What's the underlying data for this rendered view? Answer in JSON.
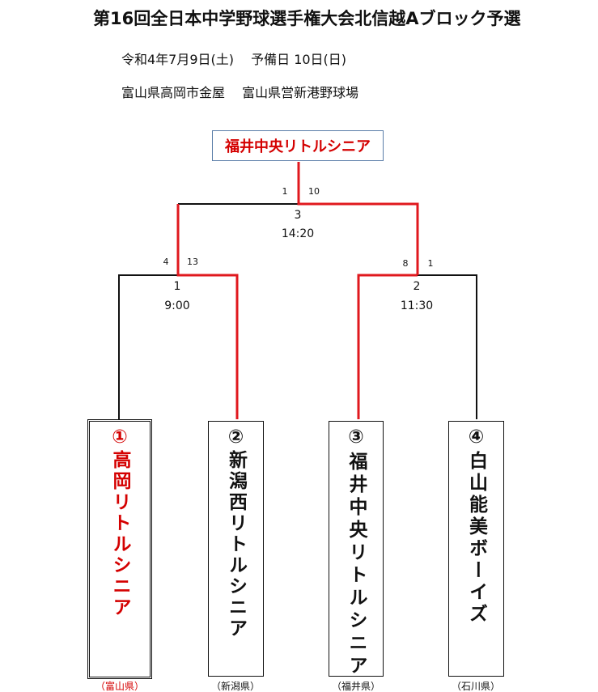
{
  "title": "第16回全日本中学野球選手権大会北信越Aブロック予選",
  "date": "令和4年7月9日(土)　 予備日  10日(日)",
  "venue": "富山県高岡市金屋　 富山県営新港野球場",
  "champion": "福井中央リトルシニア",
  "games": [
    {
      "no": "1",
      "time": "9:00",
      "score_left": "4",
      "score_right": "13"
    },
    {
      "no": "2",
      "time": "11:30",
      "score_left": "8",
      "score_right": "1"
    },
    {
      "no": "3",
      "time": "14:20",
      "score_left": "1",
      "score_right": "10"
    }
  ],
  "teams": [
    {
      "name": "①高岡リトルシニア",
      "pref": "（富山県）",
      "color": "#d40000"
    },
    {
      "name": "②新潟西リトルシニア",
      "pref": "（新潟県）",
      "color": "#111111"
    },
    {
      "name": "③福井中央リトルシニア",
      "pref": "（福井県）",
      "color": "#111111"
    },
    {
      "name": "④白山能美ボーイズ",
      "pref": "（石川県）",
      "color": "#111111"
    }
  ],
  "colors": {
    "winner_line": "#e0181e",
    "line": "#111111"
  }
}
